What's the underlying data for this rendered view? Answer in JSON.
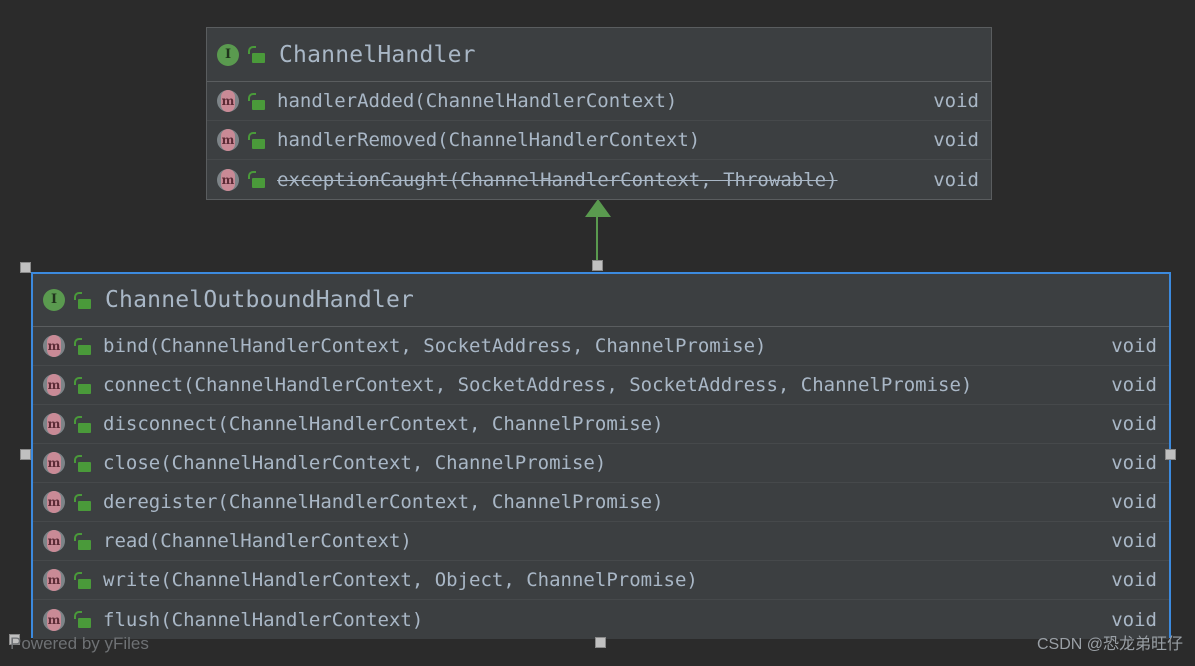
{
  "diagram": {
    "type": "uml-class-diagram",
    "background_color": "#2b2b2b",
    "accent_color": "#3c8ade",
    "relation_color": "#5a9a4f",
    "relation": "generalization",
    "watermark_left": "Powered by yFiles",
    "watermark_right": "CSDN @恐龙弟旺仔"
  },
  "boxes": [
    {
      "id": "channel-handler",
      "title": "ChannelHandler",
      "stereotype_icon": "interface-icon",
      "visibility_icon": "unlock-icon",
      "selected": false,
      "members": [
        {
          "icon": "method-icon",
          "visibility_icon": "unlock-icon",
          "signature": "handlerAdded(ChannelHandlerContext)",
          "return_type": "void",
          "deprecated": false
        },
        {
          "icon": "method-icon",
          "visibility_icon": "unlock-icon",
          "signature": "handlerRemoved(ChannelHandlerContext)",
          "return_type": "void",
          "deprecated": false
        },
        {
          "icon": "method-icon",
          "visibility_icon": "unlock-icon",
          "signature": "exceptionCaught(ChannelHandlerContext, Throwable)",
          "return_type": "void",
          "deprecated": true
        }
      ]
    },
    {
      "id": "channel-outbound-handler",
      "title": "ChannelOutboundHandler",
      "stereotype_icon": "interface-icon",
      "visibility_icon": "unlock-icon",
      "selected": true,
      "members": [
        {
          "icon": "method-icon",
          "visibility_icon": "unlock-icon",
          "signature": "bind(ChannelHandlerContext, SocketAddress, ChannelPromise)",
          "return_type": "void",
          "deprecated": false
        },
        {
          "icon": "method-icon",
          "visibility_icon": "unlock-icon",
          "signature": "connect(ChannelHandlerContext, SocketAddress, SocketAddress, ChannelPromise)",
          "return_type": "void",
          "deprecated": false
        },
        {
          "icon": "method-icon",
          "visibility_icon": "unlock-icon",
          "signature": "disconnect(ChannelHandlerContext, ChannelPromise)",
          "return_type": "void",
          "deprecated": false
        },
        {
          "icon": "method-icon",
          "visibility_icon": "unlock-icon",
          "signature": "close(ChannelHandlerContext, ChannelPromise)",
          "return_type": "void",
          "deprecated": false
        },
        {
          "icon": "method-icon",
          "visibility_icon": "unlock-icon",
          "signature": "deregister(ChannelHandlerContext, ChannelPromise)",
          "return_type": "void",
          "deprecated": false
        },
        {
          "icon": "method-icon",
          "visibility_icon": "unlock-icon",
          "signature": "read(ChannelHandlerContext)",
          "return_type": "void",
          "deprecated": false
        },
        {
          "icon": "method-icon",
          "visibility_icon": "unlock-icon",
          "signature": "write(ChannelHandlerContext, Object, ChannelPromise)",
          "return_type": "void",
          "deprecated": false
        },
        {
          "icon": "method-icon",
          "visibility_icon": "unlock-icon",
          "signature": "flush(ChannelHandlerContext)",
          "return_type": "void",
          "deprecated": false
        }
      ]
    }
  ],
  "icon_glyphs": {
    "interface": "I",
    "method": "m"
  }
}
